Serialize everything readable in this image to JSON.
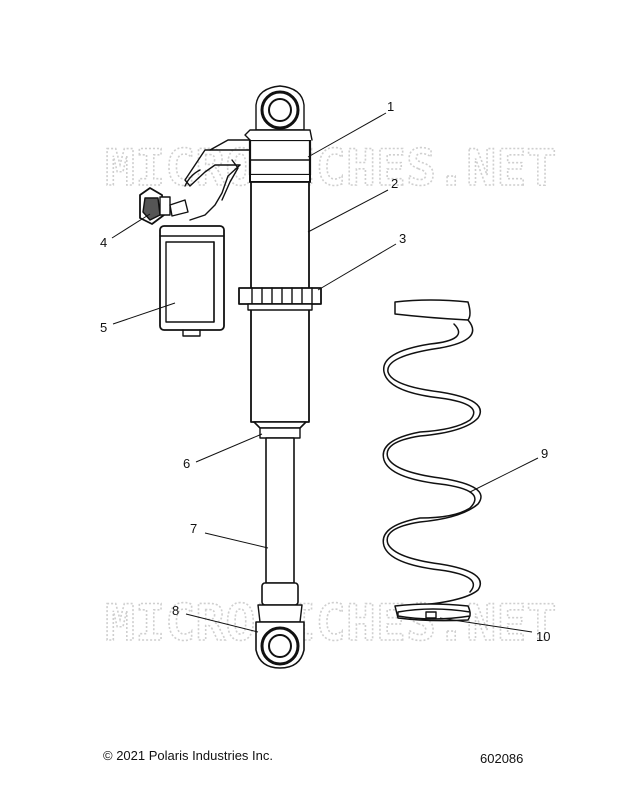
{
  "watermark": {
    "text": "MICROFICHES.NET"
  },
  "callouts": [
    {
      "id": "1",
      "label": "1"
    },
    {
      "id": "2",
      "label": "2"
    },
    {
      "id": "3",
      "label": "3"
    },
    {
      "id": "4",
      "label": "4"
    },
    {
      "id": "5",
      "label": "5"
    },
    {
      "id": "6",
      "label": "6"
    },
    {
      "id": "7",
      "label": "7"
    },
    {
      "id": "8",
      "label": "8"
    },
    {
      "id": "9",
      "label": "9"
    },
    {
      "id": "10",
      "label": "10"
    }
  ],
  "footer": {
    "copyright": "© 2021 Polaris Industries Inc.",
    "diagram_number": "602086"
  },
  "colors": {
    "line": "#111111",
    "watermark": "#cfcfcf",
    "background": "#ffffff"
  }
}
